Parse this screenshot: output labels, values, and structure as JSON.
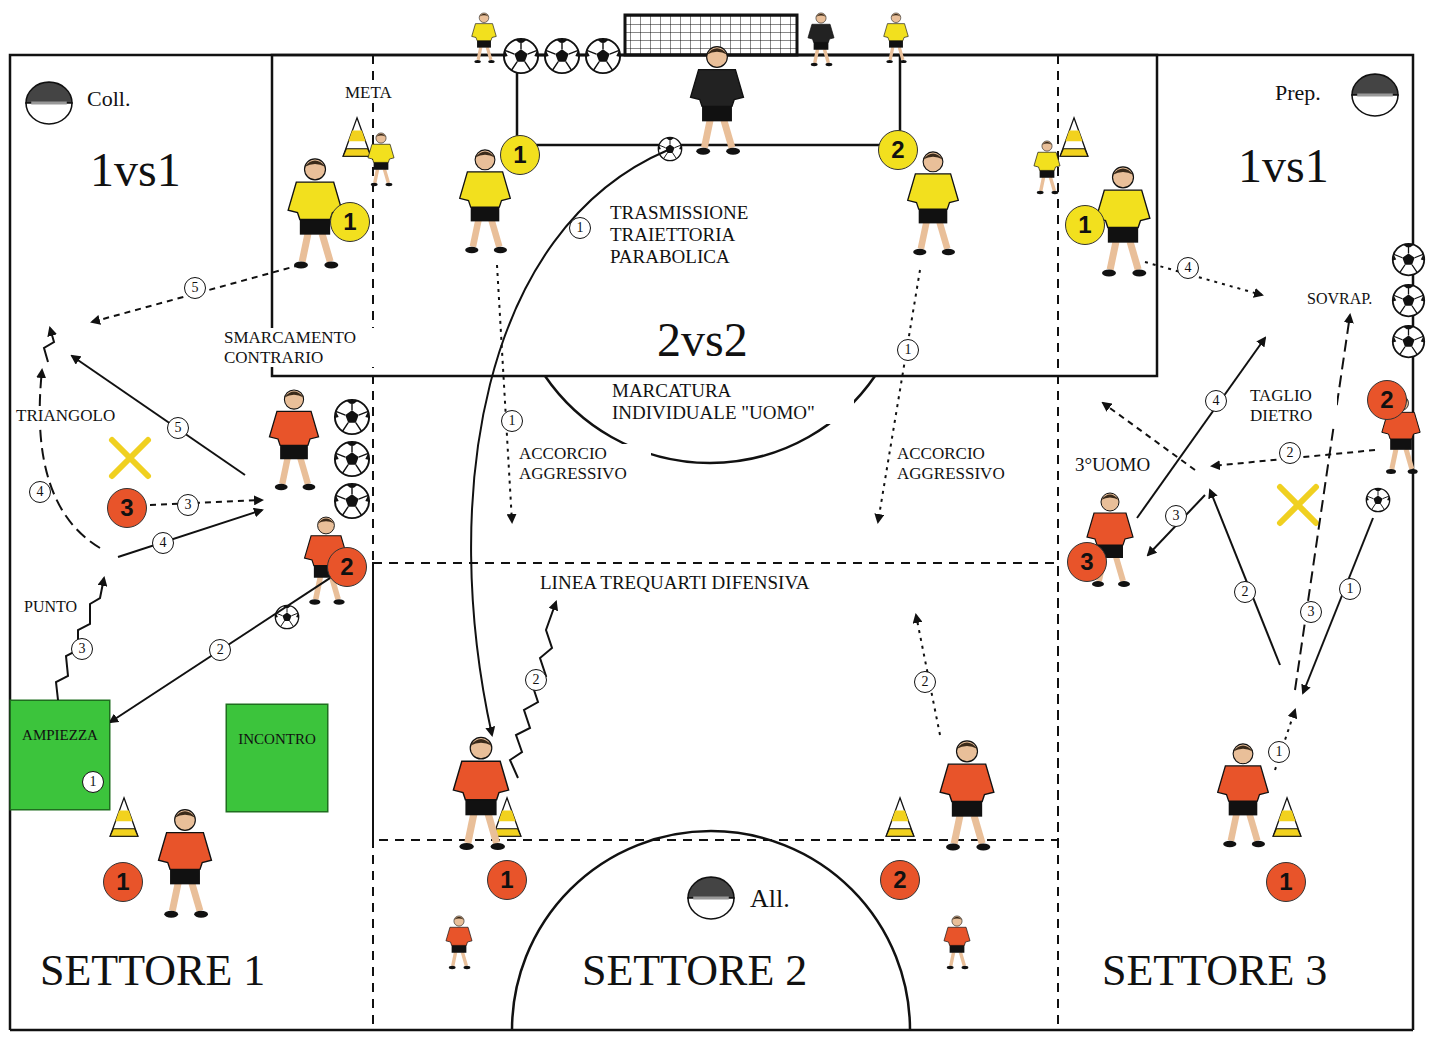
{
  "diagram": {
    "nodes": [
      {
        "text": [
          "1"
        ]
      },
      {
        "text": [
          "2"
        ]
      },
      {
        "text": [
          "1"
        ]
      },
      {
        "text": [
          "1"
        ]
      },
      {
        "text": [
          "2"
        ]
      },
      {
        "text": [
          "3"
        ]
      },
      {
        "text": [
          "3"
        ]
      },
      {
        "text": [
          "2"
        ]
      },
      {
        "text": [
          "AMPIEZZA"
        ]
      },
      {
        "text": [
          "INCONTRO"
        ]
      },
      {
        "text": [
          "1"
        ]
      },
      {
        "text": [
          "1"
        ]
      },
      {
        "text": [
          "2"
        ]
      },
      {
        "text": [
          "1"
        ]
      }
    ],
    "edges": [
      {
        "from": 7,
        "to": 8,
        "arrow": "to",
        "label": "2"
      }
    ],
    "labels": [
      "Coll.",
      "1vs1",
      "META",
      "Prep.",
      "1vs1",
      "TRASMISSIONE TRAIETTORIA PARABOLICA",
      "2vs2",
      "SOVRAP.",
      "SMARCAMENTO CONTRARIO",
      "MARCATURA INDIVIDUALE \"UOMO\"",
      "TAGLIO DIETRO",
      "TRIANGOLO",
      "ACCORCIO AGGRESSIVO",
      "ACCORCIO AGGRESSIVO",
      "3°UOMO",
      "LINEA TREQUARTI DIFENSIVA",
      "PUNTO",
      "All.",
      "SETTORE 1",
      "SETTORE 2",
      "SETTORE 3",
      "5",
      "5",
      "3",
      "4",
      "4",
      "3",
      "1",
      "1",
      "1",
      "1",
      "2",
      "2",
      "4",
      "4",
      "2",
      "3",
      "2",
      "3",
      "1",
      "1"
    ]
  }
}
